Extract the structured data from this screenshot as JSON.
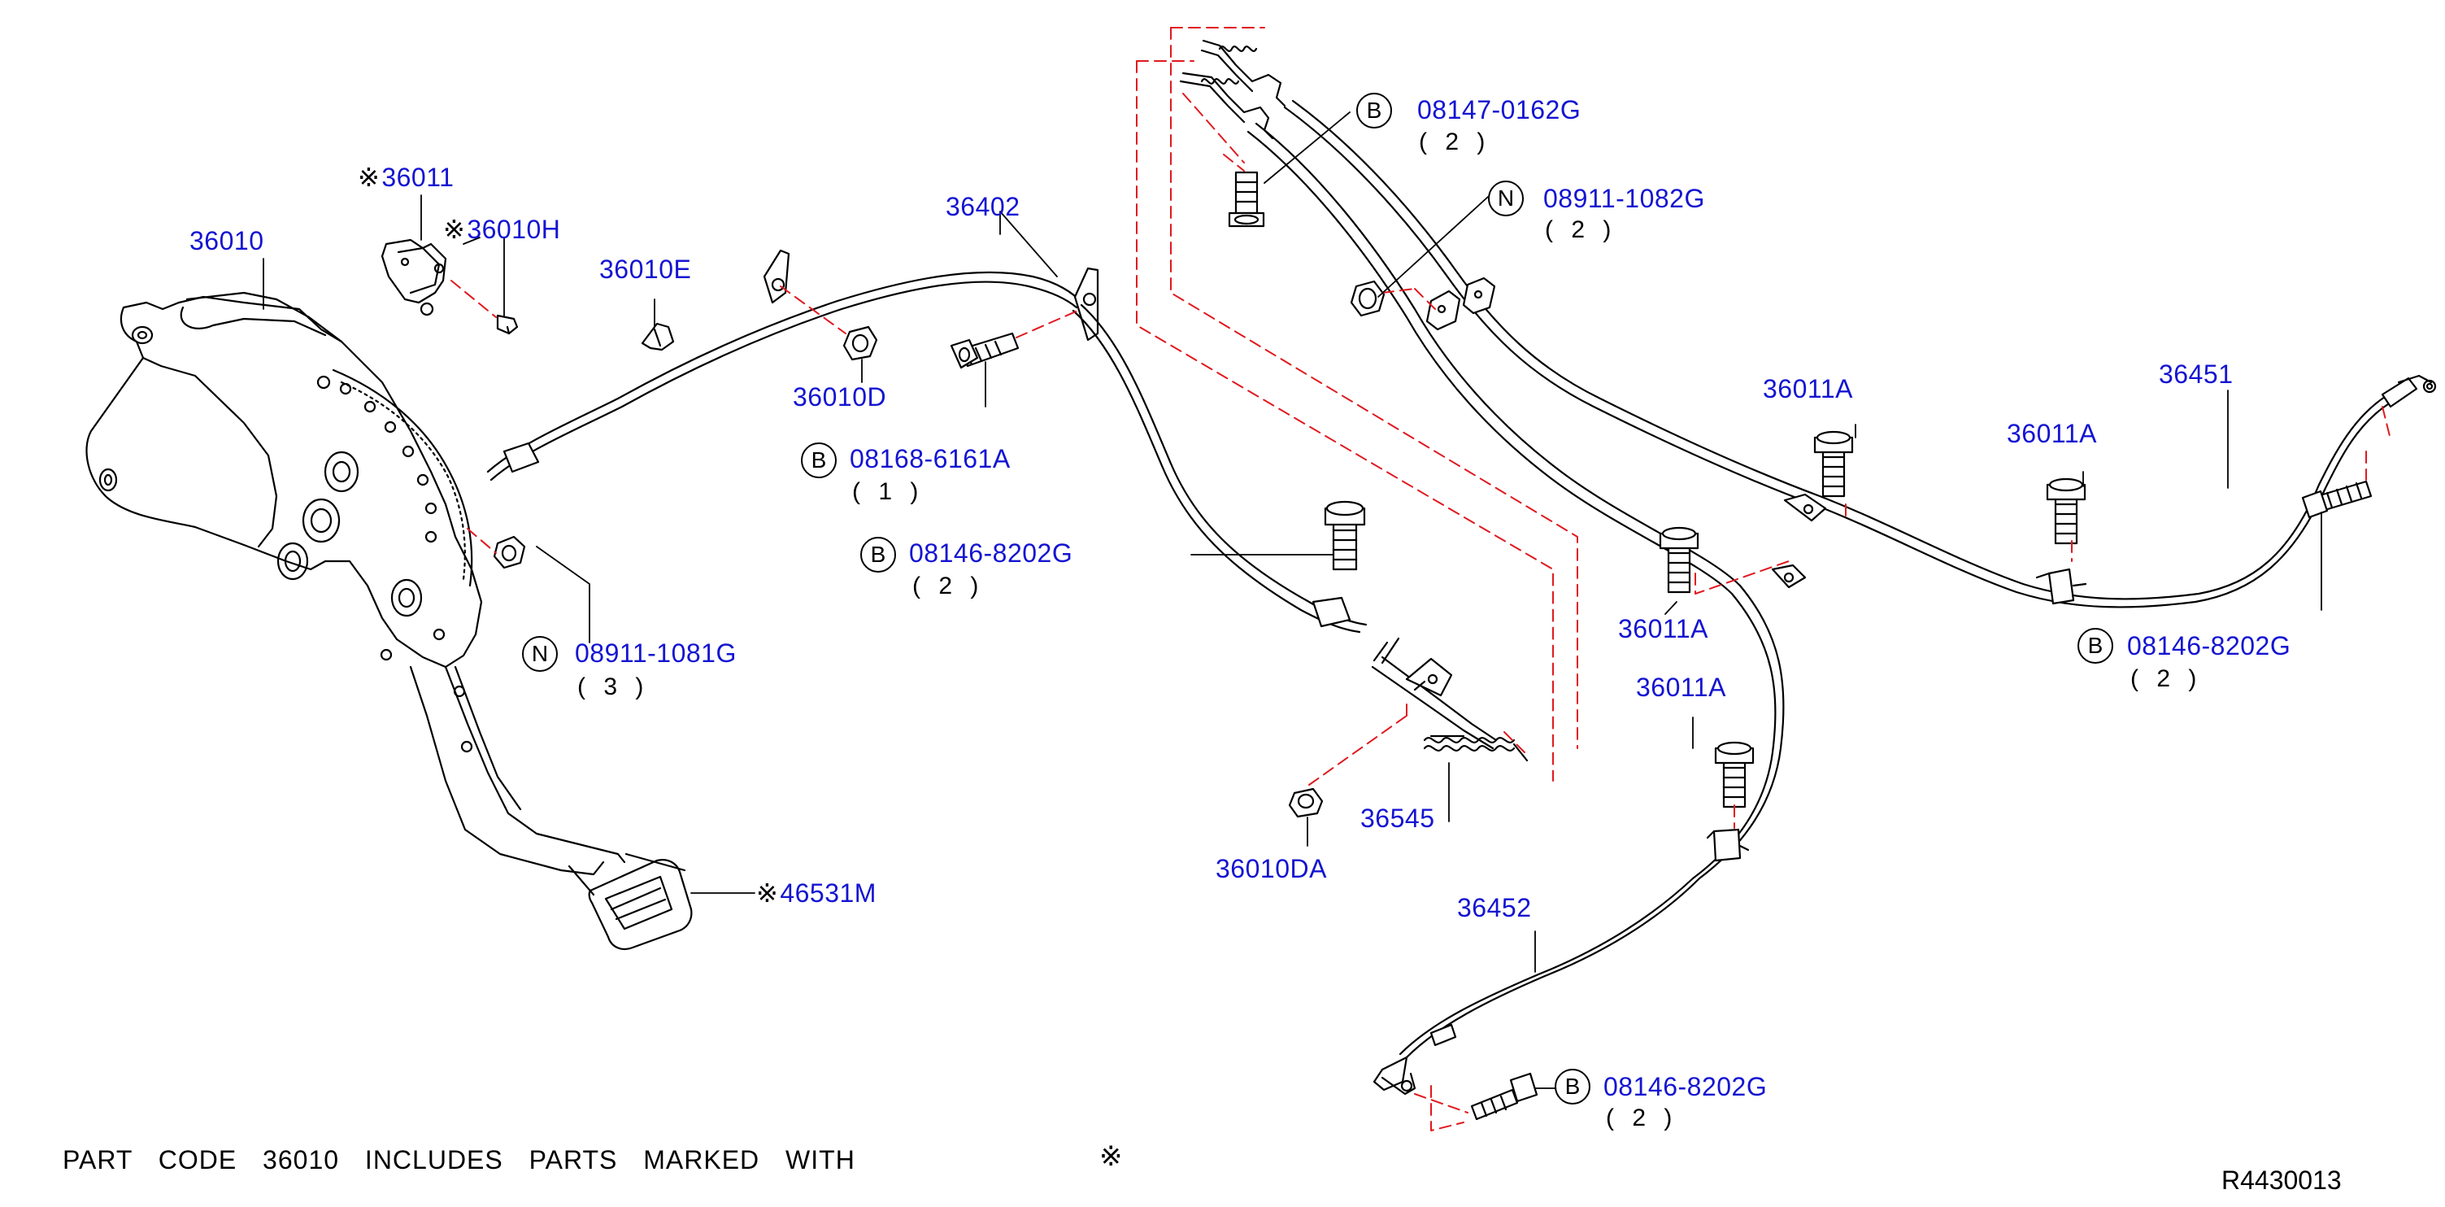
{
  "diagram": {
    "labels": {
      "p36010": {
        "mark": "",
        "text": "36010"
      },
      "p36011": {
        "mark": "※",
        "text": "36011"
      },
      "p36010H": {
        "mark": "※",
        "text": "36010H"
      },
      "p36010E": {
        "mark": "",
        "text": "36010E"
      },
      "p36010D": {
        "mark": "",
        "text": "36010D"
      },
      "p36402": {
        "mark": "",
        "text": "36402"
      },
      "p46531M": {
        "mark": "※",
        "text": "46531M"
      },
      "p36010DA": {
        "mark": "",
        "text": "36010DA"
      },
      "p36545": {
        "mark": "",
        "text": "36545"
      },
      "p36452": {
        "mark": "",
        "text": "36452"
      },
      "p36451": {
        "mark": "",
        "text": "36451"
      },
      "p36011A_1": {
        "mark": "",
        "text": "36011A"
      },
      "p36011A_2": {
        "mark": "",
        "text": "36011A"
      },
      "p36011A_3": {
        "mark": "",
        "text": "36011A"
      },
      "p36011A_4": {
        "mark": "",
        "text": "36011A"
      }
    },
    "fasteners": {
      "f08147": {
        "symbol": "B",
        "part": "08147-0162G",
        "qty": "( 2 )"
      },
      "f08911_1082": {
        "symbol": "N",
        "part": "08911-1082G",
        "qty": "( 2 )"
      },
      "f08168": {
        "symbol": "B",
        "part": "08168-6161A",
        "qty": "( 1 )"
      },
      "f08146_a": {
        "symbol": "B",
        "part": "08146-8202G",
        "qty": "( 2 )"
      },
      "f08911_1081": {
        "symbol": "N",
        "part": "08911-1081G",
        "qty": "( 3 )"
      },
      "f08146_b": {
        "symbol": "B",
        "part": "08146-8202G",
        "qty": "( 2 )"
      },
      "f08146_c": {
        "symbol": "B",
        "part": "08146-8202G",
        "qty": "( 2 )"
      }
    },
    "note": "PART CODE 36010 INCLUDES PARTS MARKED WITH",
    "note_mark": "※",
    "reference": "R4430013",
    "colors": {
      "label": "#1414d2",
      "line": "#000000",
      "dash": "#e0191e"
    }
  }
}
